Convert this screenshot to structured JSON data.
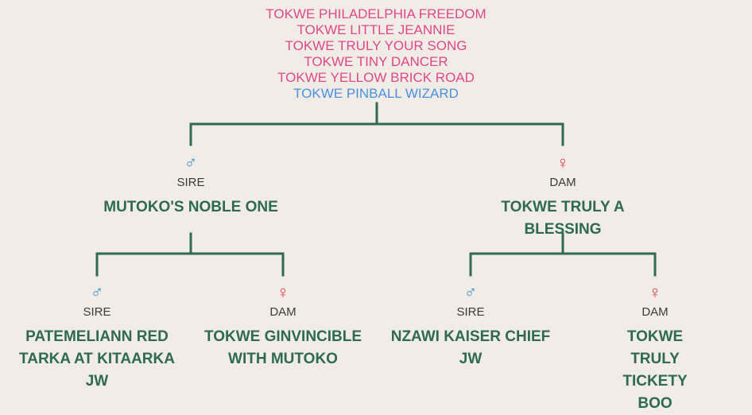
{
  "litter": [
    {
      "name": "TOKWE PHILADELPHIA FREEDOM",
      "sex": "female"
    },
    {
      "name": "TOKWE LITTLE JEANNIE",
      "sex": "female"
    },
    {
      "name": "TOKWE TRULY YOUR SONG",
      "sex": "female"
    },
    {
      "name": "TOKWE TINY DANCER",
      "sex": "female"
    },
    {
      "name": "TOKWE YELLOW BRICK ROAD",
      "sex": "female"
    },
    {
      "name": "TOKWE PINBALL WIZARD",
      "sex": "male"
    }
  ],
  "symbols": {
    "male": "♂",
    "female": "♀"
  },
  "colors": {
    "background": "#f1ede6",
    "line": "#2d6a4f",
    "name_text": "#2d6a4f",
    "litter_female": "#e0468a",
    "litter_male": "#4a8fe0",
    "male_symbol": "#3d8fd0",
    "female_symbol": "#e03a44"
  },
  "sire": {
    "role": "SIRE",
    "name": "MUTOKO'S NOBLE ONE",
    "sire": {
      "role": "SIRE",
      "name_lines": [
        "PATEMELIANN RED",
        "TARKA AT KITAARKA",
        "JW"
      ]
    },
    "dam": {
      "role": "DAM",
      "name_lines": [
        "TOKWE GINVINCIBLE",
        "WITH MUTOKO"
      ]
    }
  },
  "dam": {
    "role": "DAM",
    "name": "TOKWE TRULY A BLESSING",
    "sire": {
      "role": "SIRE",
      "name_lines": [
        "NZAWI KAISER CHIEF",
        "JW"
      ]
    },
    "dam": {
      "role": "DAM",
      "name_lines": [
        "TOKWE TRULY",
        "TICKETY BOO"
      ]
    }
  }
}
